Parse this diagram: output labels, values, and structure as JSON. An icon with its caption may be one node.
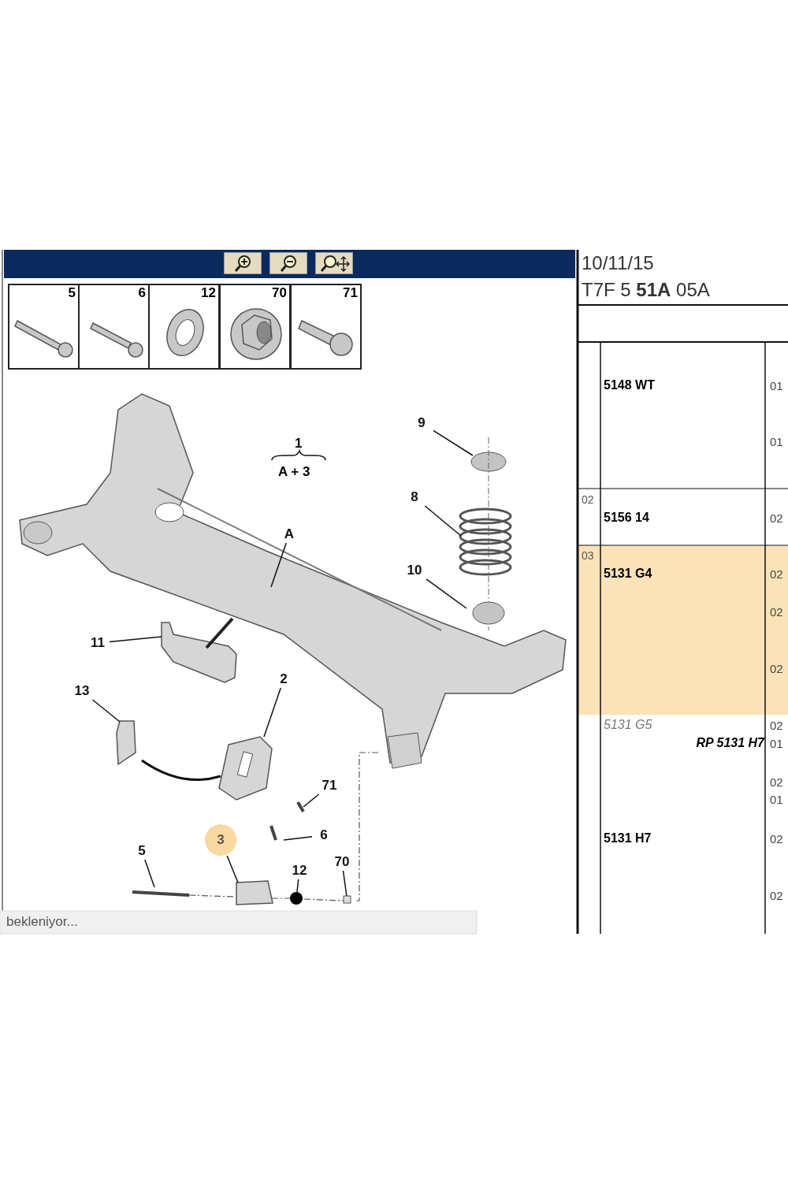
{
  "diagram": {
    "nodes": [
      {
        "text": [
          "5"
        ]
      },
      {
        "text": [
          "6"
        ]
      },
      {
        "text": [
          "12"
        ]
      },
      {
        "text": [
          "70"
        ]
      },
      {
        "text": [
          "71"
        ]
      },
      {
        "text": [
          "9"
        ]
      },
      {
        "text": [
          "8"
        ]
      },
      {
        "text": [
          "10"
        ]
      },
      {
        "text": [
          "A"
        ]
      },
      {
        "text": [
          "11"
        ]
      },
      {
        "text": [
          "13"
        ]
      },
      {
        "text": [
          "2"
        ]
      },
      {
        "text": [
          "71"
        ]
      },
      {
        "text": [
          "6"
        ]
      },
      {
        "text": [
          "3"
        ]
      },
      {
        "text": [
          "5"
        ]
      },
      {
        "text": [
          "12"
        ]
      },
      {
        "text": [
          "70"
        ]
      },
      {
        "text": [],
        "shape": "circle"
      },
      {
        "text": [],
        "shape": "box"
      }
    ],
    "edges": [
      {
        "from": 5,
        "to": null,
        "arrow": "none"
      },
      {
        "from": 6,
        "to": null,
        "arrow": "none"
      },
      {
        "from": 7,
        "to": null,
        "arrow": "none"
      },
      {
        "from": 8,
        "to": null,
        "arrow": "none"
      },
      {
        "from": 9,
        "to": null,
        "arrow": "none"
      },
      {
        "from": 10,
        "to": null,
        "arrow": "none"
      },
      {
        "from": 11,
        "to": null,
        "arrow": "none"
      },
      {
        "from": 12,
        "to": null,
        "arrow": "none"
      },
      {
        "from": 13,
        "to": null,
        "arrow": "none"
      },
      {
        "from": 14,
        "to": null,
        "arrow": "none"
      },
      {
        "from": 15,
        "to": null,
        "arrow": "none"
      },
      {
        "from": 16,
        "to": 18,
        "arrow": "none"
      },
      {
        "from": 17,
        "to": 19,
        "arrow": "none"
      }
    ],
    "labels": [
      "10/11/15",
      "T7F 5 **51A** 05A",
      "1",
      "A + 3",
      "5148 WT",
      "01",
      "01",
      "02",
      "5156 14",
      "02",
      "03",
      "5131 G4",
      "02",
      "02",
      "02",
      "5131 G5",
      "02",
      "RP 5131 H7",
      "01",
      "02",
      "01",
      "5131 H7",
      "02",
      "02",
      "bekleniyor..."
    ]
  }
}
